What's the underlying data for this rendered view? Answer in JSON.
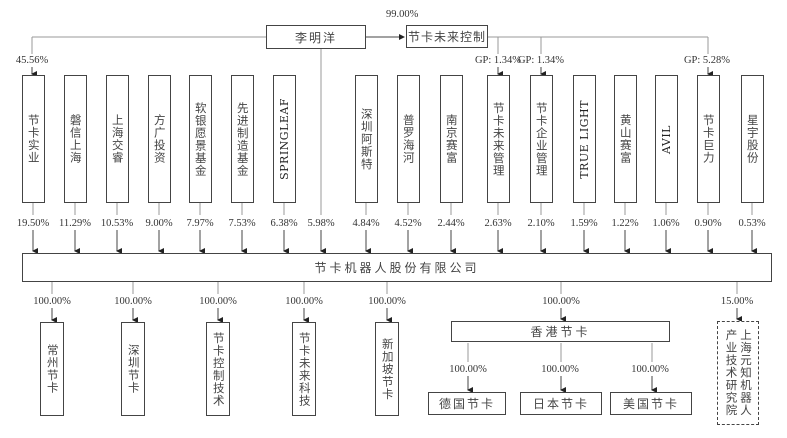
{
  "diagram": {
    "type": "ownership-structure",
    "controller": {
      "name": "李明洋"
    },
    "controller_entity": {
      "name": "节卡未来控制",
      "controller_share": "99.00%"
    },
    "company": {
      "name": "节卡机器人股份有限公司"
    },
    "shareholders": [
      {
        "name": "节卡实业",
        "share": "19.50%",
        "controller_link": "45.56%"
      },
      {
        "name": "磐信上海",
        "share": "11.29%"
      },
      {
        "name": "上海交睿",
        "share": "10.53%"
      },
      {
        "name": "方广投资",
        "share": "9.00%"
      },
      {
        "name": "软银愿景基金",
        "share": "7.97%"
      },
      {
        "name": "先进制造基金",
        "share": "7.53%"
      },
      {
        "name": "SPRINGLEAF",
        "share": "6.38%"
      },
      {
        "name": "李明洋",
        "share": "5.98%",
        "direct": true
      },
      {
        "name": "深圳阿斯特",
        "share": "4.84%"
      },
      {
        "name": "普罗海河",
        "share": "4.52%"
      },
      {
        "name": "南京赛富",
        "share": "2.44%"
      },
      {
        "name": "节卡未来管理",
        "share": "2.63%",
        "gp_link": "GP: 1.34%"
      },
      {
        "name": "节卡企业管理",
        "share": "2.10%",
        "gp_link": "GP: 1.34%"
      },
      {
        "name": "TRUE LIGHT",
        "share": "1.59%"
      },
      {
        "name": "黄山赛富",
        "share": "1.22%"
      },
      {
        "name": "AVIL",
        "share": "1.06%"
      },
      {
        "name": "节卡巨力",
        "share": "0.90%",
        "gp_link": "GP: 5.28%"
      },
      {
        "name": "星宇股份",
        "share": "0.53%"
      }
    ],
    "subsidiaries": [
      {
        "name": "常州节卡",
        "share": "100.00%"
      },
      {
        "name": "深圳节卡",
        "share": "100.00%"
      },
      {
        "name": "节卡控制技术",
        "share": "100.00%"
      },
      {
        "name": "节卡未来科技",
        "share": "100.00%"
      },
      {
        "name": "新加坡节卡",
        "share": "100.00%"
      },
      {
        "name": "香港节卡",
        "share": "100.00%"
      }
    ],
    "hk_subsidiaries": [
      {
        "name": "德国节卡",
        "share": "100.00%"
      },
      {
        "name": "日本节卡",
        "share": "100.00%"
      },
      {
        "name": "美国节卡",
        "share": "100.00%"
      }
    ],
    "investee": {
      "name_col1": "上海元知机器人",
      "name_col2": "产业技术研究院",
      "share": "15.00%"
    }
  }
}
